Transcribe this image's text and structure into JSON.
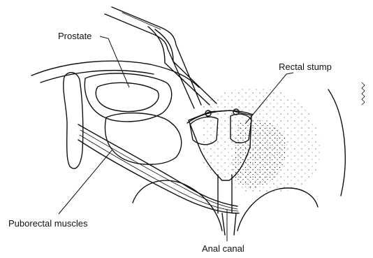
{
  "labels": {
    "prostate": "Prostate",
    "rectal_stump": "Rectal stump",
    "puborectal_muscles": "Puborectal muscles",
    "anal_canal": "Anal canal"
  },
  "colors": {
    "ink": "#111111",
    "background": "#ffffff"
  }
}
